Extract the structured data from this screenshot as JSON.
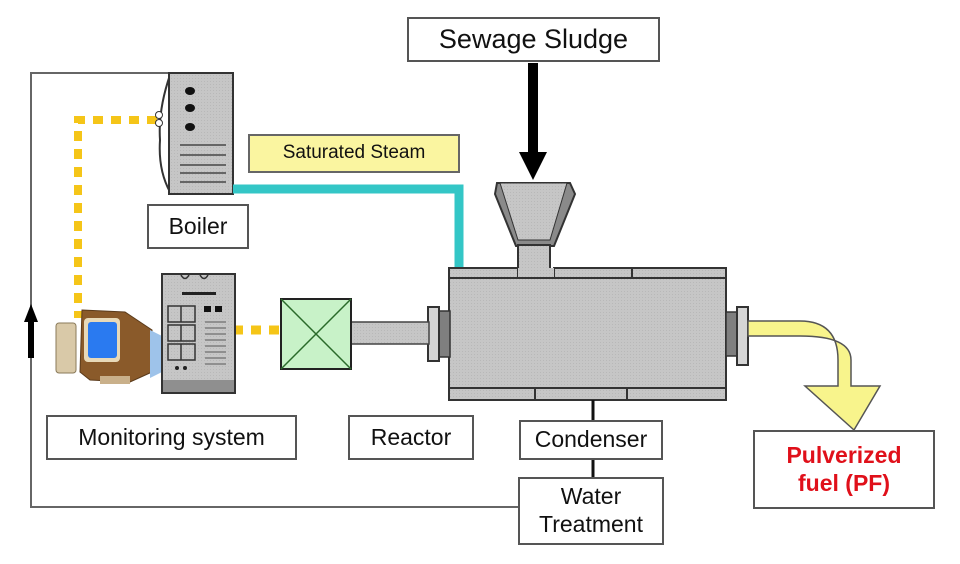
{
  "diagram": {
    "title": "Sewage sludge to pulverized fuel process",
    "labels": {
      "sewage_sludge": "Sewage Sludge",
      "saturated_steam": "Saturated Steam",
      "boiler": "Boiler",
      "monitoring_system": "Monitoring system",
      "reactor": "Reactor",
      "condenser": "Condenser",
      "water_treatment_line1": "Water",
      "water_treatment_line2": "Treatment",
      "pulverized_fuel_line1": "Pulverized",
      "pulverized_fuel_line2": "fuel (PF)"
    },
    "colors": {
      "steam_pipe": "#33C6C6",
      "signal_line": "#F5C518",
      "steam_label_bg": "#FAF5A0",
      "output_arrow": "#F8F48C",
      "fuel_text": "#E0101A",
      "equipment_gray": "#C4C4C4",
      "motor_green": "#C8F2C8"
    },
    "icons": [
      "boiler-icon",
      "computer-icon",
      "control-cabinet-icon",
      "motor-icon",
      "hopper-icon",
      "reactor-vessel-icon"
    ],
    "flows": [
      {
        "from": "Sewage Sludge",
        "to": "Hopper"
      },
      {
        "from": "Boiler",
        "to": "Reactor",
        "via": "Saturated Steam"
      },
      {
        "from": "Reactor",
        "to": "Pulverized fuel (PF)"
      },
      {
        "from": "Reactor",
        "to": "Condenser"
      },
      {
        "from": "Condenser",
        "to": "Water Treatment"
      },
      {
        "from": "Water Treatment",
        "to": "Boiler"
      },
      {
        "from": "Monitoring system",
        "to": "Boiler"
      },
      {
        "from": "Monitoring system",
        "to": "Reactor motor"
      }
    ]
  }
}
